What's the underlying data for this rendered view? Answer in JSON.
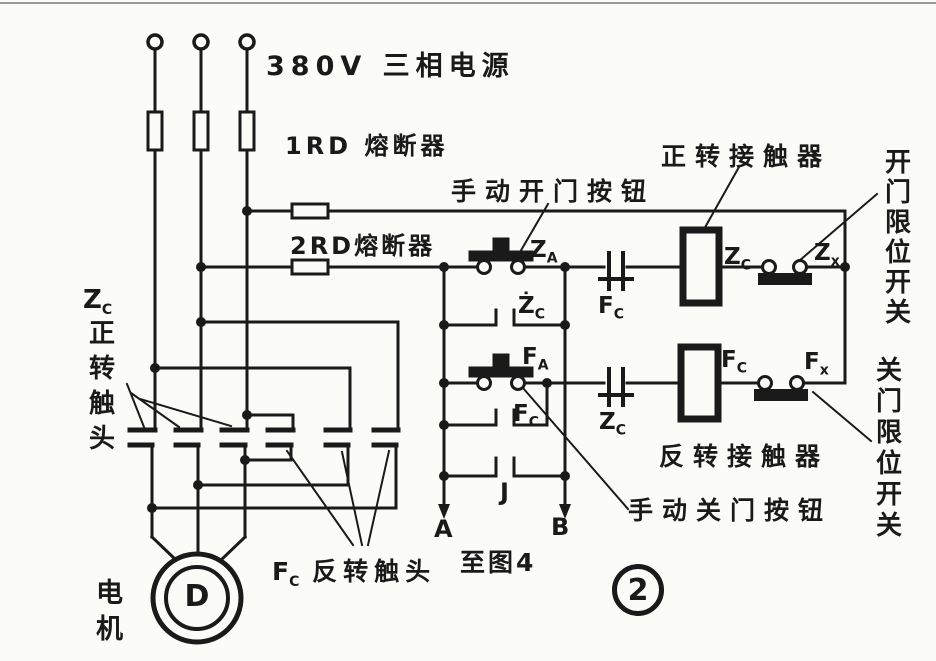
{
  "colors": {
    "ink": "#1a1a1a",
    "paper": "#fbfbf8"
  },
  "header": {
    "power_source": "380V 三相电源",
    "fuse_main": "1RD 熔断器",
    "fuse_control": "2RD熔断器"
  },
  "annotations": {
    "manual_open_button": "手动开门按钮",
    "forward_contactor": "正转接触器",
    "open_limit_switch": "开门限位开关",
    "close_limit_switch": "关门限位开关",
    "reverse_contactor": "反转接触器",
    "manual_close_button": "手动关门按钮",
    "forward_contacts_text": "正转触头",
    "reverse_contacts_text": "反转触头",
    "motor": "电机",
    "to_figure": "至图4",
    "figure_number": "2"
  },
  "device_labels": {
    "forward_contacts_head": {
      "m": "Z",
      "s": "C"
    },
    "reverse_contacts_head": {
      "m": "F",
      "s": "C"
    },
    "za": {
      "m": "Z",
      "s": "A"
    },
    "zc_selfhold": {
      "m": "Ż",
      "s": "C"
    },
    "fc_interlock": {
      "m": "F",
      "s": "C"
    },
    "zc_coil": {
      "m": "Z",
      "s": "C"
    },
    "zx": {
      "m": "Z",
      "s": "x"
    },
    "fa": {
      "m": "F",
      "s": "A"
    },
    "fc_selfhold": {
      "m": "F",
      "s": "C"
    },
    "zc_interlock": {
      "m": "Z",
      "s": "C"
    },
    "fc_coil": {
      "m": "F",
      "s": "C"
    },
    "fx": {
      "m": "F",
      "s": "x"
    },
    "relay_j": "J",
    "terminal_a": "A",
    "terminal_b": "B",
    "motor_letter": "D"
  }
}
